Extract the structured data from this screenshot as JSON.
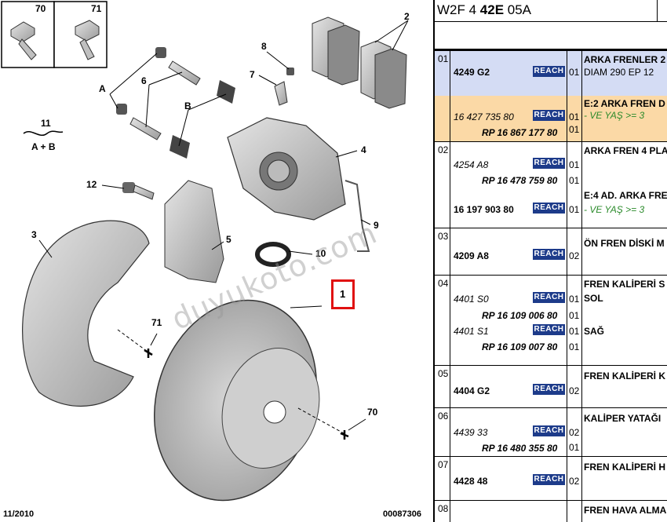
{
  "diagram": {
    "labels": {
      "l70": "70",
      "l71": "71",
      "l2": "2",
      "l8": "8",
      "l7": "7",
      "lA": "A",
      "l6": "6",
      "lB": "B",
      "l11": "11",
      "l11sub": "A + B",
      "l4": "4",
      "l12": "12",
      "l3": "3",
      "l9": "9",
      "l5": "5",
      "l10": "10",
      "l1": "1",
      "l71b": "71",
      "l70b": "70"
    },
    "watermark": "duyukoto.com",
    "footer_date": "11/2010",
    "footer_code": "00087306"
  },
  "table": {
    "header": {
      "pre": "W2F 4 ",
      "bold": "42E",
      "post": " 05A"
    },
    "reach_label": "REACH",
    "colors": {
      "row_blue": "#d4dcf4",
      "row_orange": "#fbd9a6",
      "reach": "#1d3b8a",
      "green": "#2a8a2a"
    },
    "rows": [
      {
        "num": "01",
        "ref": "4249 G2",
        "qty": "01",
        "desc": "ARKA FRENLER 2",
        "desc2": "DIAM 290 EP 12"
      },
      {
        "ref": "16 427 735 80",
        "rp": "RP 16 867 177 80",
        "qty": "01",
        "qty2": "01",
        "desc": "E:2 ARKA FREN D",
        "note": "- VE YAŞ >= 3"
      },
      {
        "num": "02",
        "ref": "4254 A8",
        "rp": "RP 16 478 759 80",
        "qty": "01",
        "qty2": "01",
        "desc": "ARKA FREN 4 PLA",
        "desc2": "E:4 AD. ARKA FRE"
      },
      {
        "ref": "16 197 903 80",
        "qty": "01",
        "note": "- VE YAŞ >= 3"
      },
      {
        "num": "03",
        "ref": "4209 A8",
        "qty": "02",
        "desc": "ÖN FREN DİSKİ M"
      },
      {
        "num": "04",
        "ref": "4401 S0",
        "rp": "RP 16 109 006 80",
        "ref2": "4401 S1",
        "rp2": "RP 16 109 007 80",
        "qty": "01",
        "qty2": "01",
        "qty3": "01",
        "qty4": "01",
        "desc": "FREN KALİPERİ S",
        "side1": "SOL",
        "side2": "SAĞ"
      },
      {
        "num": "05",
        "ref": "4404 G2",
        "qty": "02",
        "desc": "FREN KALİPERİ K"
      },
      {
        "num": "06",
        "ref": "4439 33",
        "rp": "RP 16 480 355 80",
        "qty": "02",
        "qty2": "01",
        "desc": "KALİPER YATAĞI"
      },
      {
        "num": "07",
        "ref": "4428 48",
        "qty": "02",
        "desc": "FREN KALİPERİ H"
      },
      {
        "num": "08",
        "desc": "FREN HAVA ALMA"
      }
    ]
  }
}
